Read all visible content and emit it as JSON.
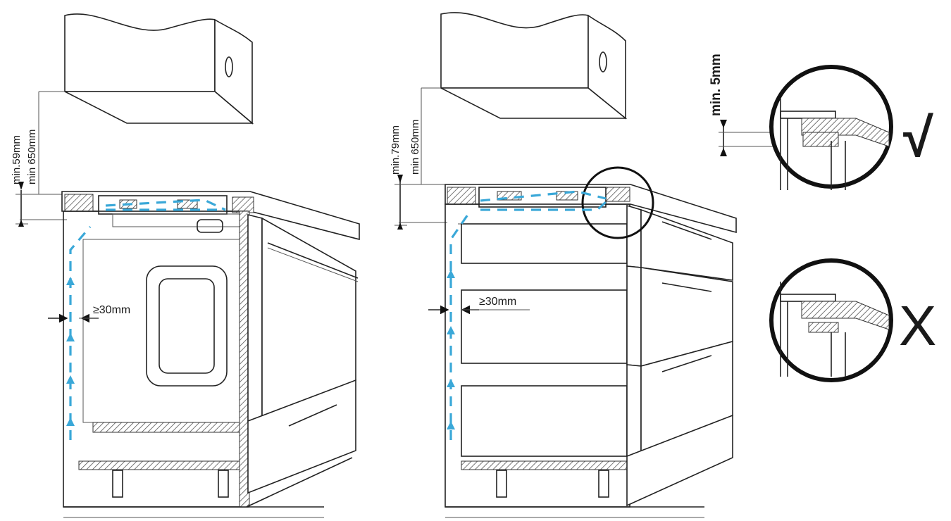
{
  "colors": {
    "line": "#222222",
    "airflow": "#3aa8d8",
    "background": "#ffffff"
  },
  "left_install": {
    "clearance_label": "min.59mm",
    "height_label": "min 650mm",
    "gap_label": "≥30mm"
  },
  "right_install": {
    "clearance_label": "min.79mm",
    "height_label": "min 650mm",
    "gap_label": "≥30mm"
  },
  "details": {
    "gap_label": "min. 5mm",
    "correct_mark": "√",
    "wrong_mark": "X"
  },
  "icons": [
    "airflow-arrow-icon",
    "check-mark-icon",
    "cross-mark-icon",
    "dimension-arrow-icon"
  ]
}
